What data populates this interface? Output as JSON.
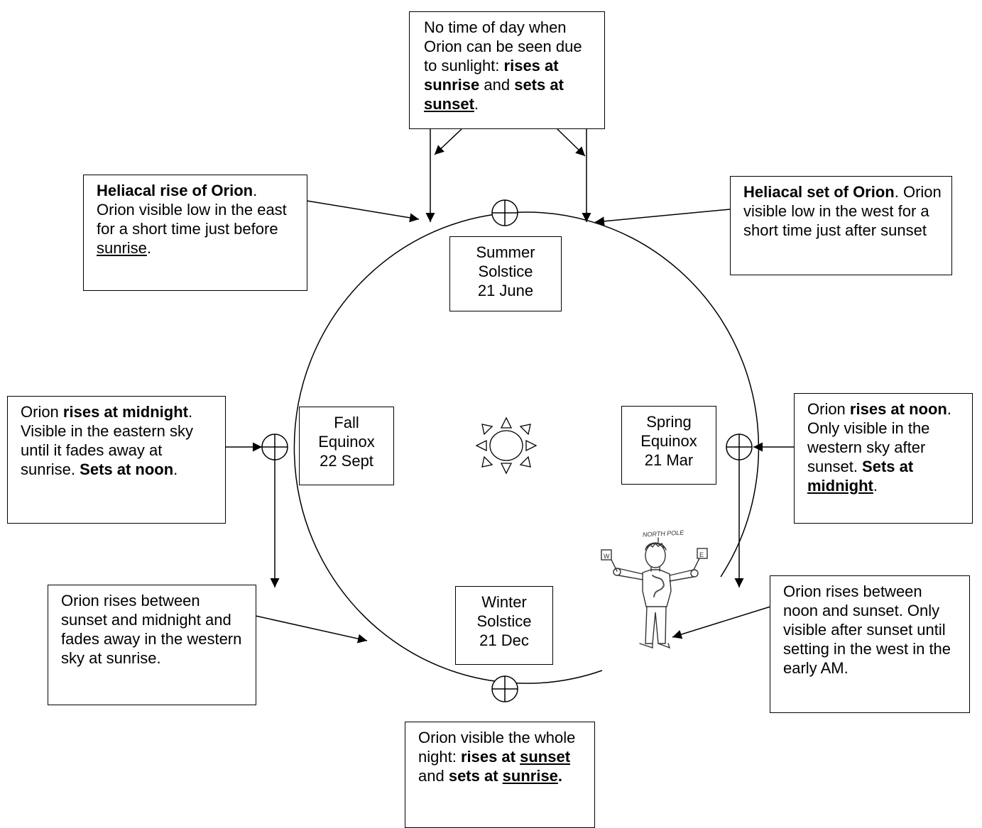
{
  "seasons": {
    "summer": {
      "line1": "Summer",
      "line2": "Solstice",
      "line3": "21 June"
    },
    "fall": {
      "line1": "Fall",
      "line2": "Equinox",
      "line3": "22 Sept"
    },
    "spring": {
      "line1": "Spring",
      "line2": "Equinox",
      "line3": "21 Mar"
    },
    "winter": {
      "line1": "Winter",
      "line2": "Solstice",
      "line3": "21 Dec"
    }
  },
  "callouts": {
    "top": {
      "t1": "No time of day when Orion can be seen due to sunlight:",
      "t2": "rises at sunrise",
      "t3": " and ",
      "t4": "sets at ",
      "t5": "sunset",
      "t6": "."
    },
    "heliacal_rise": {
      "t1": "Heliacal rise of Orion",
      "t2": ". Orion visible low in the east for a short time just before ",
      "t3": "sunrise",
      "t4": "."
    },
    "heliacal_set": {
      "t1": "Heliacal set of Orion",
      "t2": ". Orion visible low in the west for a short time just after sunset"
    },
    "rises_midnight": {
      "t1": "Orion ",
      "t2": "rises at midnight",
      "t3": ". Visible in the eastern sky until it fades away at sunrise. ",
      "t4": "Sets at noon",
      "t5": "."
    },
    "rises_noon": {
      "t1": "Orion ",
      "t2": "rises at noon",
      "t3": ". Only visible in the western sky after sunset. ",
      "t4": "Sets at ",
      "t5": "midnight",
      "t6": "."
    },
    "sunset_midnight": {
      "t1": "Orion rises between sunset and midnight and fades away in the western sky at sunrise."
    },
    "noon_sunset": {
      "t1": "Orion rises between noon and sunset. Only visible after sunset until setting in the west in the early AM."
    },
    "whole_night": {
      "t1": "Orion visible the whole night: ",
      "t2": "rises at ",
      "t3": "sunset ",
      "t4": "and ",
      "t5": "sets at ",
      "t6": "sunrise",
      "t7": "."
    }
  },
  "figure": {
    "hat_label": "NORTH POLE",
    "left_flag": "W",
    "right_flag": "E"
  }
}
